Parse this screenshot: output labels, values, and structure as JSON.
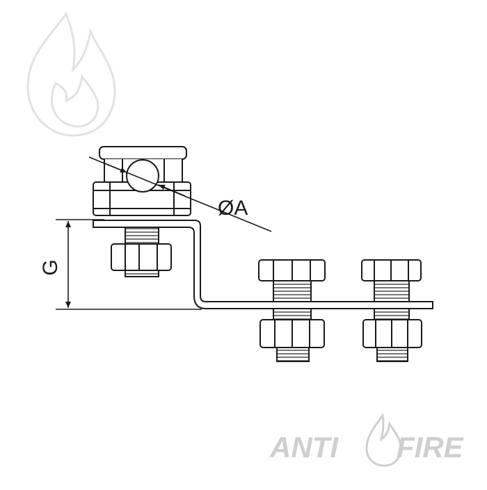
{
  "diagram": {
    "dimension_diameter_label": "ØA",
    "dimension_height_label": "G"
  },
  "logo": {
    "word_left": "ANTI",
    "word_right": "FIRE",
    "color": "#cfcfcf"
  },
  "colors": {
    "line": "#1a1a1a",
    "watermark": "#e2e2e2"
  }
}
